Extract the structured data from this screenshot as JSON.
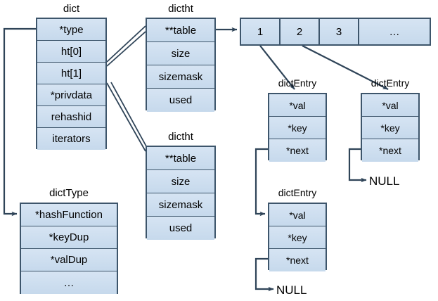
{
  "diagram": {
    "title": "Redis dict / dictht / dictEntry structure diagram",
    "colors": {
      "box_fill": "#cfdff0",
      "box_fill_light": "#d6e4f3",
      "box_border": "#3d556b",
      "line": "#3d556b",
      "text": "#000000",
      "background": "#ffffff"
    },
    "structs": {
      "dict": {
        "caption": "dict",
        "fields": [
          "*type",
          "ht[0]",
          "ht[1]",
          "*privdata",
          "rehashid",
          "iterators"
        ]
      },
      "dictht0": {
        "caption": "dictht",
        "fields": [
          "**table",
          "size",
          "sizemask",
          "used"
        ]
      },
      "dictht1": {
        "caption": "dictht",
        "fields": [
          "**table",
          "size",
          "sizemask",
          "used"
        ]
      },
      "dictType": {
        "caption": "dictType",
        "fields": [
          "*hashFunction",
          "*keyDup",
          "*valDup",
          "…"
        ]
      },
      "bucket_array": {
        "cells": [
          "1",
          "2",
          "3",
          "…"
        ]
      },
      "entry1": {
        "caption": "dictEntry",
        "fields": [
          "*val",
          "*key",
          "*next"
        ]
      },
      "entry2": {
        "caption": "dictEntry",
        "fields": [
          "*val",
          "*key",
          "*next"
        ]
      },
      "entry3": {
        "caption": "dictEntry",
        "fields": [
          "*val",
          "*key",
          "*next"
        ]
      }
    },
    "terminators": {
      "null_entry2": "NULL",
      "null_entry3": "NULL"
    },
    "connectors": [
      {
        "name": "type-to-dictType",
        "from": "dict.*type",
        "to": "dictType.*hashFunction",
        "style": "single-arrow"
      },
      {
        "name": "ht0-to-dictht0",
        "from": "dict.ht[0]",
        "to": "dictht0.**table",
        "style": "double-line"
      },
      {
        "name": "ht1-to-dictht1",
        "from": "dict.ht[1]",
        "to": "dictht1.**table",
        "style": "double-line"
      },
      {
        "name": "table-to-bucket-array",
        "from": "dictht0.**table",
        "to": "bucket_array.cell1",
        "style": "single-arrow"
      },
      {
        "name": "bucket1-to-entry1",
        "from": "bucket_array.cell1",
        "to": "entry1",
        "style": "single-arrow"
      },
      {
        "name": "bucket2-to-entry2",
        "from": "bucket_array.cell2",
        "to": "entry2",
        "style": "single-arrow"
      },
      {
        "name": "entry1-next-to-entry3",
        "from": "entry1.*next",
        "to": "entry3",
        "style": "single-arrow"
      },
      {
        "name": "entry2-next-to-null",
        "from": "entry2.*next",
        "to": "NULL",
        "style": "single-arrow"
      },
      {
        "name": "entry3-next-to-null",
        "from": "entry3.*next",
        "to": "NULL",
        "style": "single-arrow"
      }
    ]
  }
}
